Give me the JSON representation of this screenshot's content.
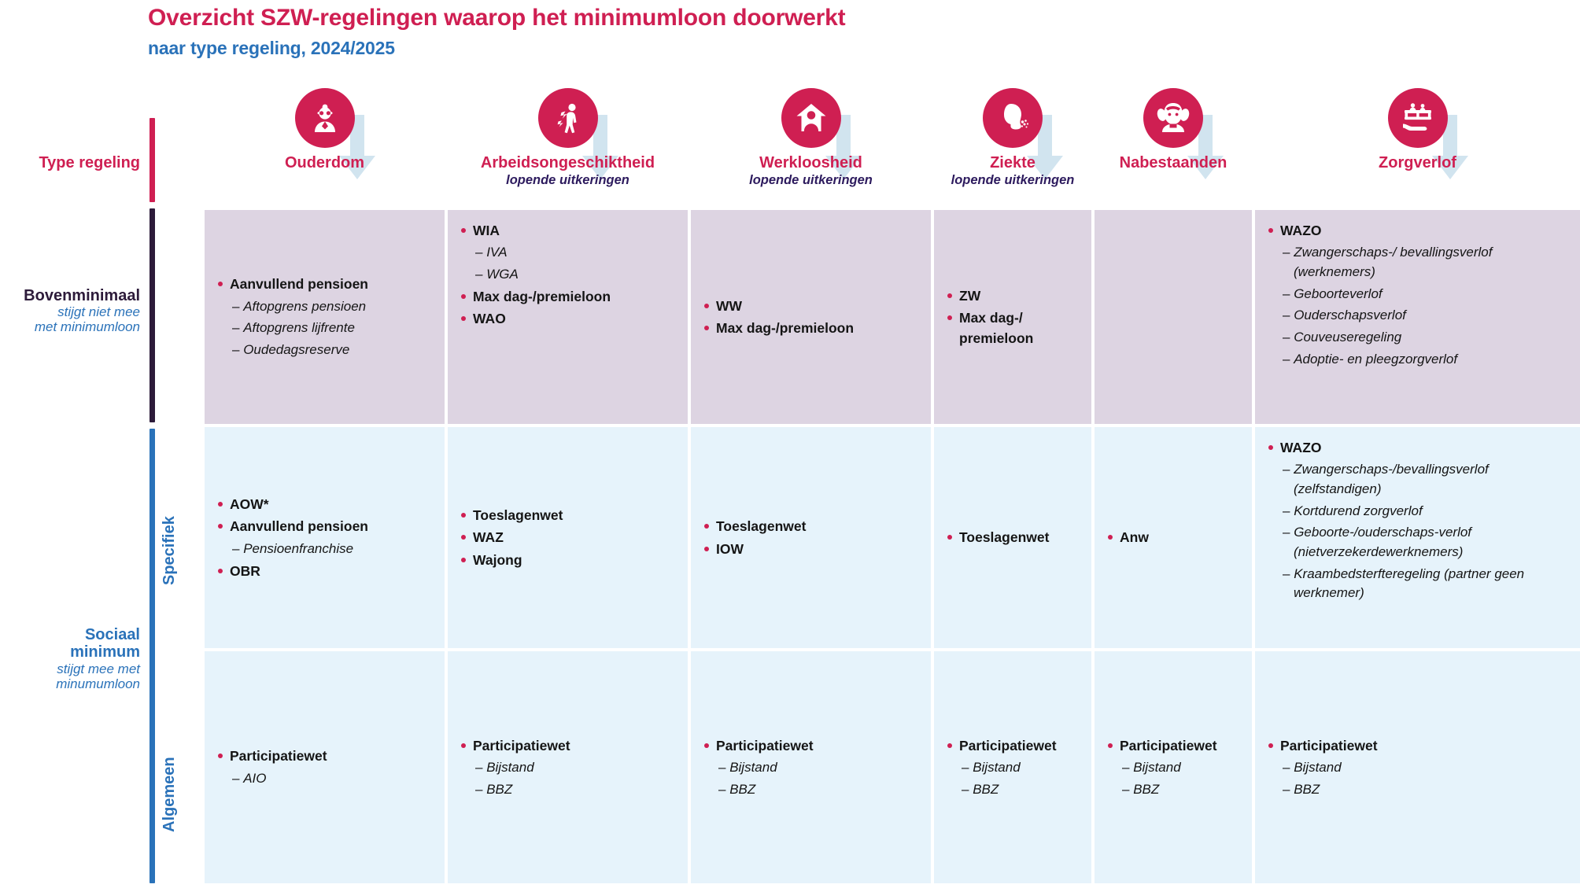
{
  "header": {
    "title": "Overzicht SZW-regelingen waarop het minimumloon doorwerkt",
    "subtitle": "naar type regeling, 2024/2025"
  },
  "colors": {
    "crimson": "#cf1f52",
    "blue": "#2a72b9",
    "dark_purple": "#2d1b3a",
    "row1_bg": "#ddd4e2",
    "row23_bg": "#e6f3fb",
    "arrow": "#cfe3ef"
  },
  "row_axis": {
    "type_label": "Type regeling",
    "bovenminimaal": {
      "title": "Bovenminimaal",
      "note_line1": "stijgt niet mee",
      "note_line2": "met minimumloon"
    },
    "sociaal_minimum": {
      "title_line1": "Sociaal",
      "title_line2": "minimum",
      "note_line1": "stijgt mee met",
      "note_line2": "minumumloon"
    },
    "sub_rows": [
      {
        "label": "Specifiek"
      },
      {
        "label": "Algemeen"
      }
    ]
  },
  "columns": [
    {
      "key": "ouderdom",
      "icon": "elderly-person-icon",
      "name": "Ouderdom",
      "sub": ""
    },
    {
      "key": "arbeidsongeschiktheid",
      "icon": "injured-person-icon",
      "name": "Arbeidsongeschiktheid",
      "sub": "lopende uitkeringen"
    },
    {
      "key": "werkloosheid",
      "icon": "person-in-house-icon",
      "name": "Werkloosheid",
      "sub": "lopende uitkeringen"
    },
    {
      "key": "ziekte",
      "icon": "sneezing-person-icon",
      "name": "Ziekte",
      "sub": "lopende uitkeringen"
    },
    {
      "key": "nabestaanden",
      "icon": "child-face-icon",
      "name": "Nabestaanden",
      "sub": ""
    },
    {
      "key": "zorgverlof",
      "icon": "crib-in-hands-icon",
      "name": "Zorgverlof",
      "sub": ""
    }
  ],
  "rows": [
    {
      "key": "bovenminimaal",
      "label": "Bovenminimaal",
      "cells": {
        "ouderdom": [
          {
            "level": 1,
            "text": "Aanvullend pensioen"
          },
          {
            "level": 2,
            "text": "Aftopgrens pensioen"
          },
          {
            "level": 2,
            "text": "Aftopgrens lijfrente"
          },
          {
            "level": 2,
            "text": "Oudedagsreserve"
          }
        ],
        "arbeidsongeschiktheid": [
          {
            "level": 1,
            "text": "WIA"
          },
          {
            "level": 2,
            "text": "IVA"
          },
          {
            "level": 2,
            "text": "WGA"
          },
          {
            "level": 1,
            "text": "Max dag-/premieloon"
          },
          {
            "level": 1,
            "text": "WAO"
          }
        ],
        "werkloosheid": [
          {
            "level": 1,
            "text": "WW"
          },
          {
            "level": 1,
            "text": "Max dag-/premieloon"
          }
        ],
        "ziekte": [
          {
            "level": 1,
            "text": "ZW"
          },
          {
            "level": 1,
            "text": "Max dag-/ premieloon"
          }
        ],
        "nabestaanden": [],
        "zorgverlof": [
          {
            "level": 1,
            "text": "WAZO"
          },
          {
            "level": 2,
            "text": "Zwangerschaps-/ bevallingsverlof (werknemers)"
          },
          {
            "level": 2,
            "text": "Geboorteverlof"
          },
          {
            "level": 2,
            "text": "Ouderschapsverlof"
          },
          {
            "level": 2,
            "text": "Couveuseregeling"
          },
          {
            "level": 2,
            "text": "Adoptie- en pleegzorgverlof"
          }
        ]
      }
    },
    {
      "key": "specifiek",
      "label": "Specifiek",
      "cells": {
        "ouderdom": [
          {
            "level": 1,
            "text": "AOW*"
          },
          {
            "level": 1,
            "text": "Aanvullend pensioen"
          },
          {
            "level": 2,
            "text": "Pensioenfranchise"
          },
          {
            "level": 1,
            "text": "OBR"
          }
        ],
        "arbeidsongeschiktheid": [
          {
            "level": 1,
            "text": "Toeslagenwet"
          },
          {
            "level": 1,
            "text": "WAZ"
          },
          {
            "level": 1,
            "text": "Wajong"
          }
        ],
        "werkloosheid": [
          {
            "level": 1,
            "text": "Toeslagenwet"
          },
          {
            "level": 1,
            "text": "IOW"
          }
        ],
        "ziekte": [
          {
            "level": 1,
            "text": "Toeslagenwet"
          }
        ],
        "nabestaanden": [
          {
            "level": 1,
            "text": "Anw"
          }
        ],
        "zorgverlof": [
          {
            "level": 1,
            "text": "WAZO"
          },
          {
            "level": 2,
            "text": "Zwangerschaps-/bevallingsverlof (zelfstandigen)"
          },
          {
            "level": 2,
            "text": "Kortdurend zorgverlof"
          },
          {
            "level": 2,
            "text": "Geboorte-/ouderschaps-verlof (nietverzekerdewerknemers)"
          },
          {
            "level": 2,
            "text": "Kraambedsterfteregeling (partner geen werknemer)"
          }
        ]
      }
    },
    {
      "key": "algemeen",
      "label": "Algemeen",
      "cells": {
        "ouderdom": [
          {
            "level": 1,
            "text": "Participatiewet"
          },
          {
            "level": 2,
            "text": "AIO"
          }
        ],
        "arbeidsongeschiktheid": [
          {
            "level": 1,
            "text": "Participatiewet"
          },
          {
            "level": 2,
            "text": "Bijstand"
          },
          {
            "level": 2,
            "text": "BBZ"
          }
        ],
        "werkloosheid": [
          {
            "level": 1,
            "text": "Participatiewet"
          },
          {
            "level": 2,
            "text": "Bijstand"
          },
          {
            "level": 2,
            "text": "BBZ"
          }
        ],
        "ziekte": [
          {
            "level": 1,
            "text": "Participatiewet"
          },
          {
            "level": 2,
            "text": "Bijstand"
          },
          {
            "level": 2,
            "text": "BBZ"
          }
        ],
        "nabestaanden": [
          {
            "level": 1,
            "text": "Participatiewet"
          },
          {
            "level": 2,
            "text": "Bijstand"
          },
          {
            "level": 2,
            "text": "BBZ"
          }
        ],
        "zorgverlof": [
          {
            "level": 1,
            "text": "Participatiewet"
          },
          {
            "level": 2,
            "text": "Bijstand"
          },
          {
            "level": 2,
            "text": "BBZ"
          }
        ]
      }
    }
  ]
}
